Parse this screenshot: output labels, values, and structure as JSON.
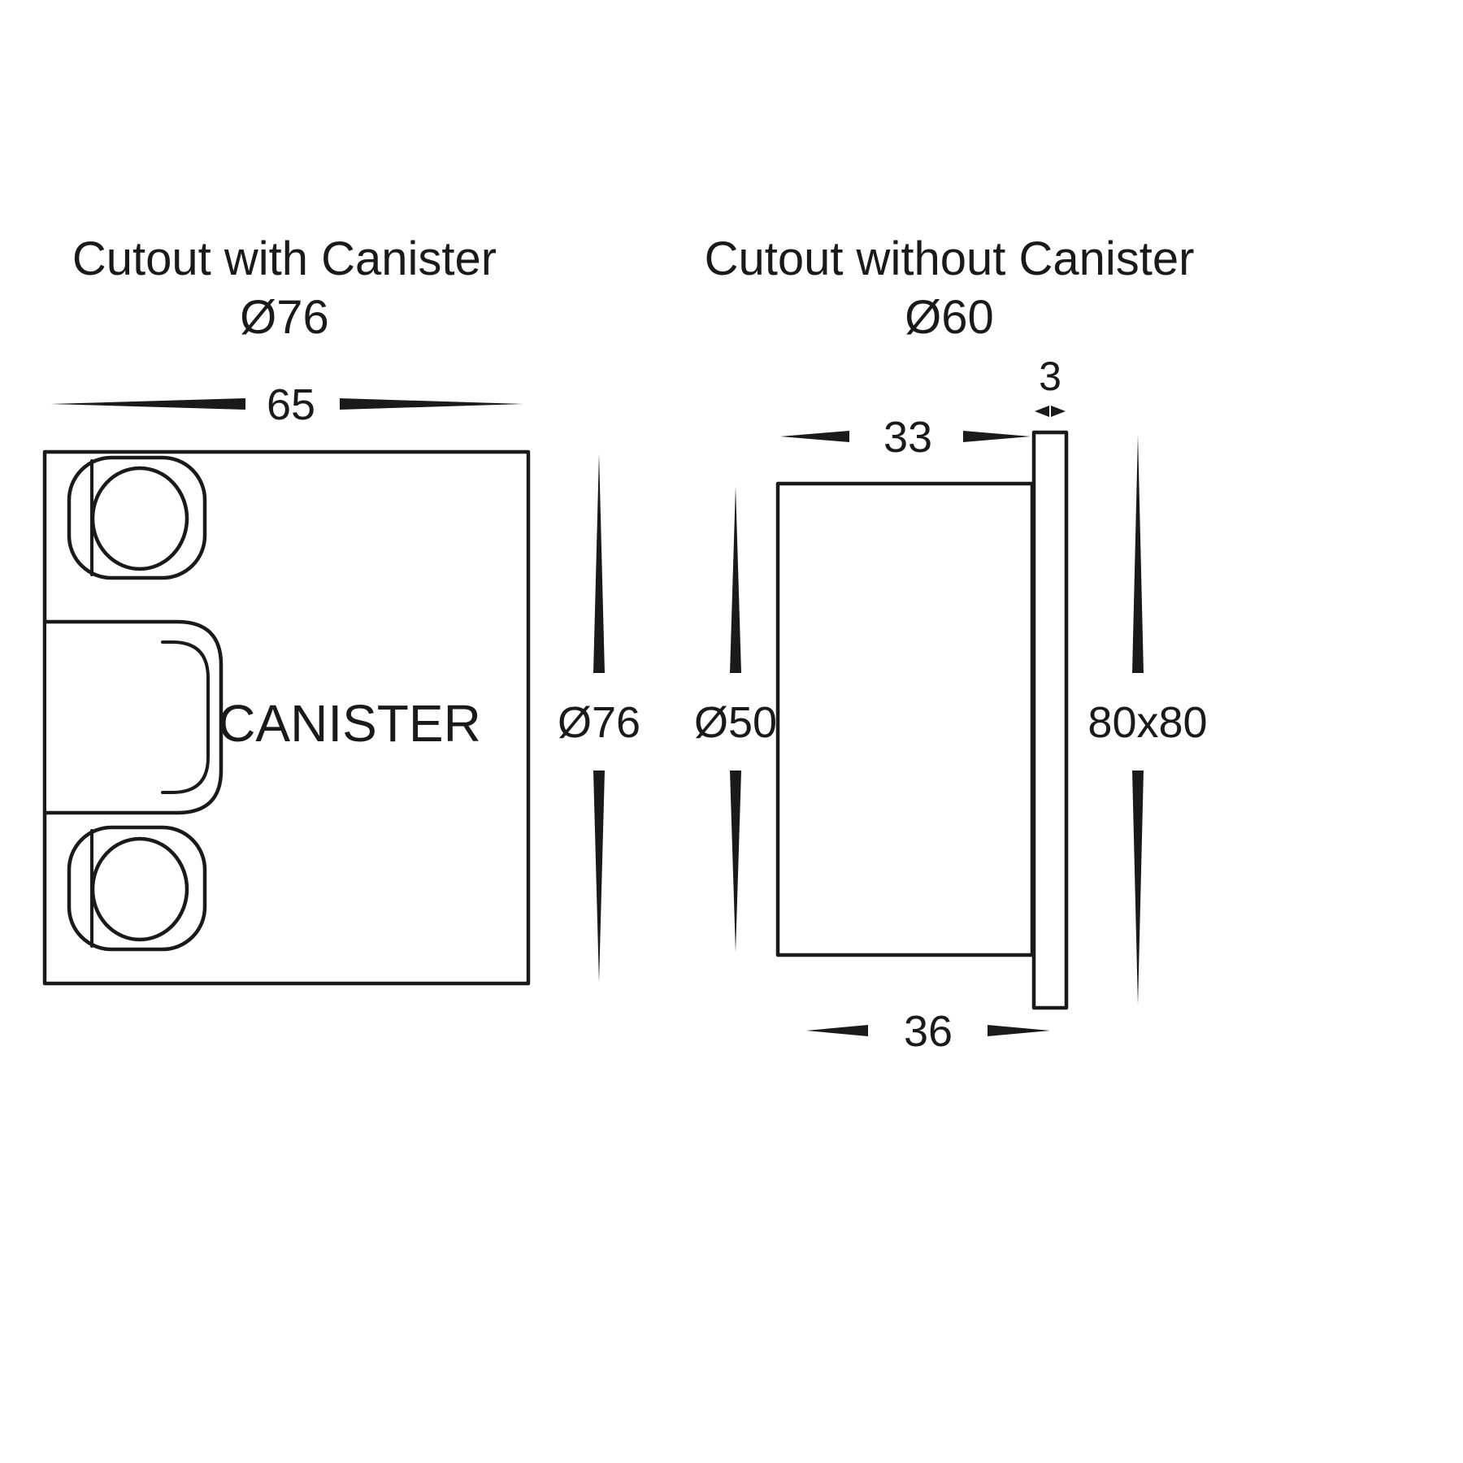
{
  "page": {
    "background": "#ffffff",
    "line_color": "#1a1a1a"
  },
  "left_view": {
    "title": "Cutout with Canister",
    "subtitle": "Ø76",
    "label": "CANISTER",
    "dims": {
      "width": "65",
      "diameter": "Ø76"
    }
  },
  "right_view": {
    "title": "Cutout without Canister",
    "subtitle": "Ø60",
    "dims": {
      "plate_thickness": "3",
      "depth_top": "33",
      "body_diameter": "Ø50",
      "plate_size": "80x80",
      "depth_bottom": "36"
    }
  }
}
